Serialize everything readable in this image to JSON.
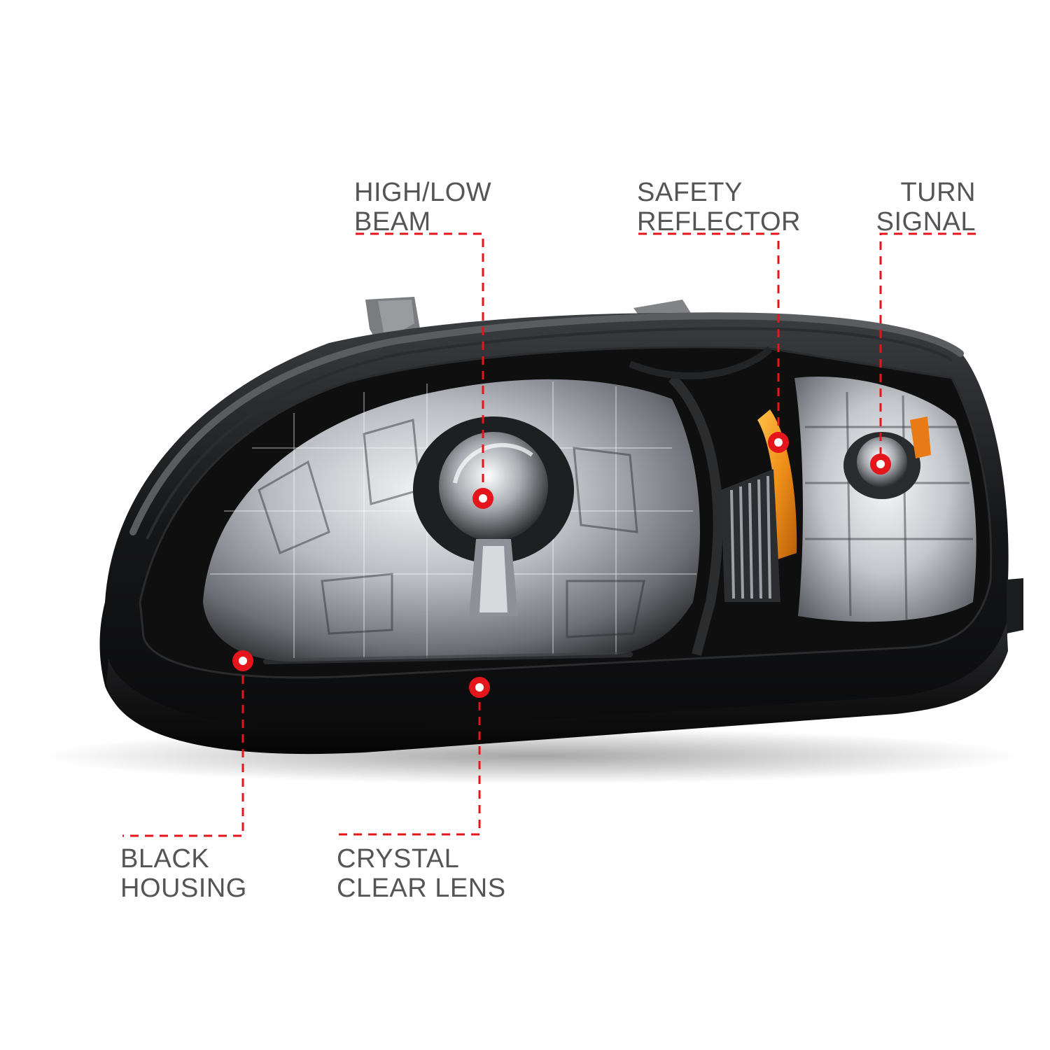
{
  "image": {
    "subject": "headlight-assembly",
    "colors": {
      "accent_red": "#e4161b",
      "label_gray": "#555555",
      "housing_black": "#151515",
      "amber_reflector": "#f29a1a",
      "chrome": "#c9ccd1",
      "background": "#ffffff"
    }
  },
  "callouts": {
    "high_low_beam": {
      "line1": "HIGH/LOW",
      "line2": "BEAM"
    },
    "safety_reflector": {
      "line1": "SAFETY",
      "line2": "REFLECTOR"
    },
    "turn_signal": {
      "line1": "TURN",
      "line2": "SIGNAL"
    },
    "black_housing": {
      "line1": "BLACK",
      "line2": "HOUSING"
    },
    "crystal_clear_lens": {
      "line1": "CRYSTAL",
      "line2": "CLEAR LENS"
    }
  }
}
